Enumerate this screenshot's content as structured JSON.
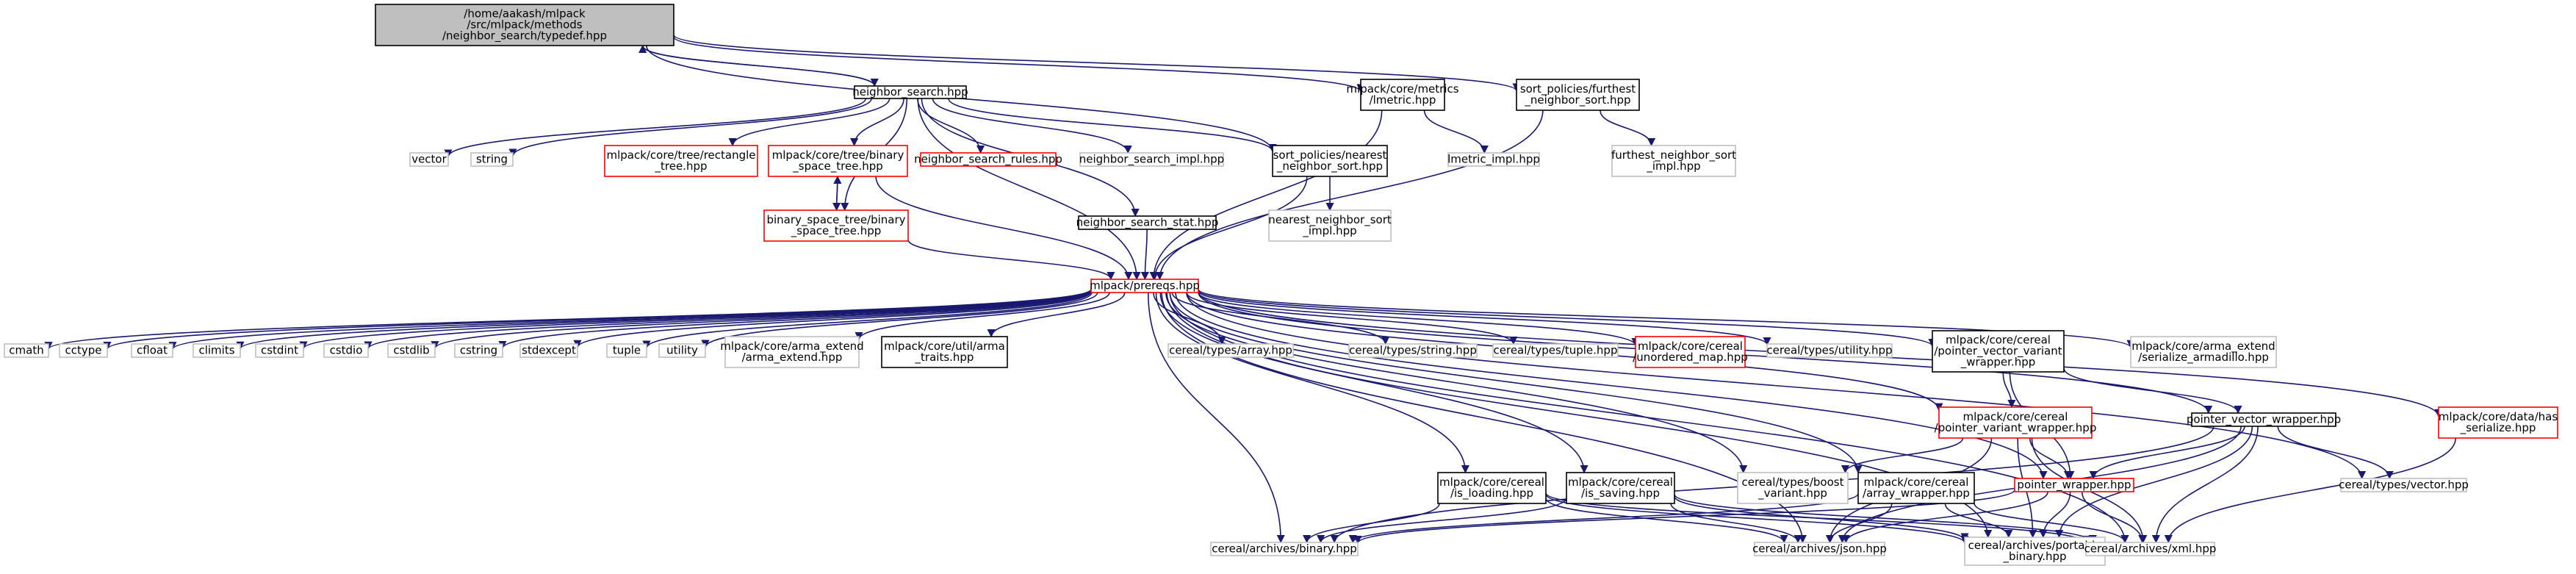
{
  "colors": {
    "root_fill": "#bfbfbf",
    "normal_border": "#000000",
    "linked_border": "#ff0000",
    "external_border": "#bfbfbf",
    "edge": "#191970"
  },
  "nodes": [
    {
      "id": "typedef",
      "kind": "root",
      "lines": [
        "/home/aakash/mlpack",
        "/src/mlpack/methods",
        "/neighbor_search/typedef.hpp"
      ]
    },
    {
      "id": "neighbor_search",
      "kind": "normal",
      "lines": [
        "neighbor_search.hpp"
      ]
    },
    {
      "id": "lmetric",
      "kind": "normal",
      "lines": [
        "mlpack/core/metrics",
        "/lmetric.hpp"
      ]
    },
    {
      "id": "furthest_sort",
      "kind": "normal",
      "lines": [
        "sort_policies/furthest",
        "_neighbor_sort.hpp"
      ]
    },
    {
      "id": "vector",
      "kind": "external",
      "lines": [
        "vector"
      ]
    },
    {
      "id": "string",
      "kind": "external",
      "lines": [
        "string"
      ]
    },
    {
      "id": "rectangle_tree",
      "kind": "linked",
      "lines": [
        "mlpack/core/tree/rectangle",
        "_tree.hpp"
      ]
    },
    {
      "id": "binary_space_tree_core",
      "kind": "linked",
      "lines": [
        "mlpack/core/tree/binary",
        "_space_tree.hpp"
      ]
    },
    {
      "id": "ns_rules",
      "kind": "linked",
      "lines": [
        "neighbor_search_rules.hpp"
      ]
    },
    {
      "id": "ns_impl",
      "kind": "external",
      "lines": [
        "neighbor_search_impl.hpp"
      ]
    },
    {
      "id": "nearest_sort",
      "kind": "normal",
      "lines": [
        "sort_policies/nearest",
        "_neighbor_sort.hpp"
      ]
    },
    {
      "id": "lmetric_impl",
      "kind": "external",
      "lines": [
        "lmetric_impl.hpp"
      ]
    },
    {
      "id": "furthest_sort_impl",
      "kind": "external",
      "lines": [
        "furthest_neighbor_sort",
        "_impl.hpp"
      ]
    },
    {
      "id": "bst_bst",
      "kind": "linked",
      "lines": [
        "binary_space_tree/binary",
        "_space_tree.hpp"
      ]
    },
    {
      "id": "ns_stat",
      "kind": "normal",
      "lines": [
        "neighbor_search_stat.hpp"
      ]
    },
    {
      "id": "nearest_sort_impl",
      "kind": "external",
      "lines": [
        "nearest_neighbor_sort",
        "_impl.hpp"
      ]
    },
    {
      "id": "prereqs",
      "kind": "linked",
      "lines": [
        "mlpack/prereqs.hpp"
      ]
    },
    {
      "id": "cmath",
      "kind": "external",
      "lines": [
        "cmath"
      ]
    },
    {
      "id": "cctype",
      "kind": "external",
      "lines": [
        "cctype"
      ]
    },
    {
      "id": "cfloat",
      "kind": "external",
      "lines": [
        "cfloat"
      ]
    },
    {
      "id": "climits",
      "kind": "external",
      "lines": [
        "climits"
      ]
    },
    {
      "id": "cstdint",
      "kind": "external",
      "lines": [
        "cstdint"
      ]
    },
    {
      "id": "cstdio",
      "kind": "external",
      "lines": [
        "cstdio"
      ]
    },
    {
      "id": "cstdlib",
      "kind": "external",
      "lines": [
        "cstdlib"
      ]
    },
    {
      "id": "cstring",
      "kind": "external",
      "lines": [
        "cstring"
      ]
    },
    {
      "id": "stdexcept",
      "kind": "external",
      "lines": [
        "stdexcept"
      ]
    },
    {
      "id": "tuple",
      "kind": "external",
      "lines": [
        "tuple"
      ]
    },
    {
      "id": "utility",
      "kind": "external",
      "lines": [
        "utility"
      ]
    },
    {
      "id": "arma_extend",
      "kind": "external",
      "lines": [
        "mlpack/core/arma_extend",
        "/arma_extend.hpp"
      ]
    },
    {
      "id": "arma_traits",
      "kind": "normal",
      "lines": [
        "mlpack/core/util/arma",
        "_traits.hpp"
      ]
    },
    {
      "id": "types_array",
      "kind": "external",
      "lines": [
        "cereal/types/array.hpp"
      ]
    },
    {
      "id": "types_string",
      "kind": "external",
      "lines": [
        "cereal/types/string.hpp"
      ]
    },
    {
      "id": "types_tuple",
      "kind": "external",
      "lines": [
        "cereal/types/tuple.hpp"
      ]
    },
    {
      "id": "unordered_map",
      "kind": "linked",
      "lines": [
        "mlpack/core/cereal",
        "/unordered_map.hpp"
      ]
    },
    {
      "id": "types_utility",
      "kind": "external",
      "lines": [
        "cereal/types/utility.hpp"
      ]
    },
    {
      "id": "pvv_wrapper",
      "kind": "normal",
      "lines": [
        "mlpack/core/cereal",
        "/pointer_vector_variant",
        "_wrapper.hpp"
      ]
    },
    {
      "id": "serialize_armadillo",
      "kind": "external",
      "lines": [
        "mlpack/core/arma_extend",
        "/serialize_armadillo.hpp"
      ]
    },
    {
      "id": "pv_wrapper",
      "kind": "linked",
      "lines": [
        "mlpack/core/cereal",
        "/pointer_variant_wrapper.hpp"
      ]
    },
    {
      "id": "pvec_wrapper",
      "kind": "normal",
      "lines": [
        "pointer_vector_wrapper.hpp"
      ]
    },
    {
      "id": "has_serialize",
      "kind": "linked",
      "lines": [
        "mlpack/core/data/has",
        "_serialize.hpp"
      ]
    },
    {
      "id": "array_wrapper",
      "kind": "normal",
      "lines": [
        "mlpack/core/cereal",
        "/array_wrapper.hpp"
      ]
    },
    {
      "id": "boost_variant",
      "kind": "external",
      "lines": [
        "cereal/types/boost",
        "_variant.hpp"
      ]
    },
    {
      "id": "is_loading",
      "kind": "normal",
      "lines": [
        "mlpack/core/cereal",
        "/is_loading.hpp"
      ]
    },
    {
      "id": "is_saving",
      "kind": "normal",
      "lines": [
        "mlpack/core/cereal",
        "/is_saving.hpp"
      ]
    },
    {
      "id": "pointer_wrapper",
      "kind": "linked",
      "lines": [
        "pointer_wrapper.hpp"
      ]
    },
    {
      "id": "types_vector",
      "kind": "external",
      "lines": [
        "cereal/types/vector.hpp"
      ]
    },
    {
      "id": "binary_archive",
      "kind": "external",
      "lines": [
        "cereal/archives/binary.hpp"
      ]
    },
    {
      "id": "json_archive",
      "kind": "external",
      "lines": [
        "cereal/archives/json.hpp"
      ]
    },
    {
      "id": "portable_binary",
      "kind": "external",
      "lines": [
        "cereal/archives/portable",
        "_binary.hpp"
      ]
    },
    {
      "id": "xml_archive",
      "kind": "external",
      "lines": [
        "cereal/archives/xml.hpp"
      ]
    }
  ],
  "edges": [
    [
      "typedef",
      "neighbor_search"
    ],
    [
      "neighbor_search",
      "typedef"
    ],
    [
      "typedef",
      "lmetric"
    ],
    [
      "typedef",
      "furthest_sort"
    ],
    [
      "typedef",
      "nearest_sort"
    ],
    [
      "neighbor_search",
      "vector"
    ],
    [
      "neighbor_search",
      "string"
    ],
    [
      "neighbor_search",
      "rectangle_tree"
    ],
    [
      "neighbor_search",
      "binary_space_tree_core"
    ],
    [
      "neighbor_search",
      "ns_rules"
    ],
    [
      "neighbor_search",
      "ns_impl"
    ],
    [
      "neighbor_search",
      "nearest_sort"
    ],
    [
      "neighbor_search",
      "ns_stat"
    ],
    [
      "neighbor_search",
      "bst_bst"
    ],
    [
      "neighbor_search",
      "prereqs"
    ],
    [
      "lmetric",
      "lmetric_impl"
    ],
    [
      "lmetric",
      "prereqs"
    ],
    [
      "furthest_sort",
      "furthest_sort_impl"
    ],
    [
      "furthest_sort",
      "prereqs"
    ],
    [
      "binary_space_tree_core",
      "bst_bst"
    ],
    [
      "bst_bst",
      "binary_space_tree_core"
    ],
    [
      "binary_space_tree_core",
      "prereqs"
    ],
    [
      "bst_bst",
      "prereqs"
    ],
    [
      "nearest_sort",
      "nearest_sort_impl"
    ],
    [
      "nearest_sort",
      "prereqs"
    ],
    [
      "ns_stat",
      "prereqs"
    ],
    [
      "prereqs",
      "cmath"
    ],
    [
      "prereqs",
      "cctype"
    ],
    [
      "prereqs",
      "cfloat"
    ],
    [
      "prereqs",
      "climits"
    ],
    [
      "prereqs",
      "cstdint"
    ],
    [
      "prereqs",
      "cstdio"
    ],
    [
      "prereqs",
      "cstdlib"
    ],
    [
      "prereqs",
      "cstring"
    ],
    [
      "prereqs",
      "stdexcept"
    ],
    [
      "prereqs",
      "tuple"
    ],
    [
      "prereqs",
      "utility"
    ],
    [
      "prereqs",
      "arma_extend"
    ],
    [
      "prereqs",
      "arma_traits"
    ],
    [
      "prereqs",
      "types_array"
    ],
    [
      "prereqs",
      "types_string"
    ],
    [
      "prereqs",
      "types_tuple"
    ],
    [
      "prereqs",
      "unordered_map"
    ],
    [
      "prereqs",
      "types_utility"
    ],
    [
      "prereqs",
      "pvv_wrapper"
    ],
    [
      "prereqs",
      "serialize_armadillo"
    ],
    [
      "prereqs",
      "pv_wrapper"
    ],
    [
      "prereqs",
      "pvec_wrapper"
    ],
    [
      "prereqs",
      "has_serialize"
    ],
    [
      "prereqs",
      "array_wrapper"
    ],
    [
      "prereqs",
      "boost_variant"
    ],
    [
      "prereqs",
      "is_loading"
    ],
    [
      "prereqs",
      "is_saving"
    ],
    [
      "prereqs",
      "pointer_wrapper"
    ],
    [
      "prereqs",
      "types_vector"
    ],
    [
      "prereqs",
      "binary_archive"
    ],
    [
      "prereqs",
      "json_archive"
    ],
    [
      "prereqs",
      "portable_binary"
    ],
    [
      "prereqs",
      "xml_archive"
    ],
    [
      "pvv_wrapper",
      "pv_wrapper"
    ],
    [
      "pvv_wrapper",
      "pvec_wrapper"
    ],
    [
      "pvv_wrapper",
      "pointer_wrapper"
    ],
    [
      "pv_wrapper",
      "pointer_wrapper"
    ],
    [
      "pv_wrapper",
      "boost_variant"
    ],
    [
      "pv_wrapper",
      "json_archive"
    ],
    [
      "pv_wrapper",
      "portable_binary"
    ],
    [
      "pv_wrapper",
      "xml_archive"
    ],
    [
      "pvec_wrapper",
      "pointer_wrapper"
    ],
    [
      "pvec_wrapper",
      "types_vector"
    ],
    [
      "pvec_wrapper",
      "binary_archive"
    ],
    [
      "pvec_wrapper",
      "json_archive"
    ],
    [
      "pvec_wrapper",
      "portable_binary"
    ],
    [
      "pvec_wrapper",
      "xml_archive"
    ],
    [
      "has_serialize",
      "xml_archive"
    ],
    [
      "array_wrapper",
      "binary_archive"
    ],
    [
      "array_wrapper",
      "json_archive"
    ],
    [
      "array_wrapper",
      "portable_binary"
    ],
    [
      "array_wrapper",
      "xml_archive"
    ],
    [
      "is_loading",
      "binary_archive"
    ],
    [
      "is_loading",
      "json_archive"
    ],
    [
      "is_loading",
      "portable_binary"
    ],
    [
      "is_loading",
      "xml_archive"
    ],
    [
      "is_saving",
      "binary_archive"
    ],
    [
      "is_saving",
      "json_archive"
    ],
    [
      "is_saving",
      "portable_binary"
    ],
    [
      "is_saving",
      "xml_archive"
    ],
    [
      "pointer_wrapper",
      "binary_archive"
    ],
    [
      "pointer_wrapper",
      "json_archive"
    ],
    [
      "pointer_wrapper",
      "portable_binary"
    ],
    [
      "pointer_wrapper",
      "xml_archive"
    ]
  ]
}
